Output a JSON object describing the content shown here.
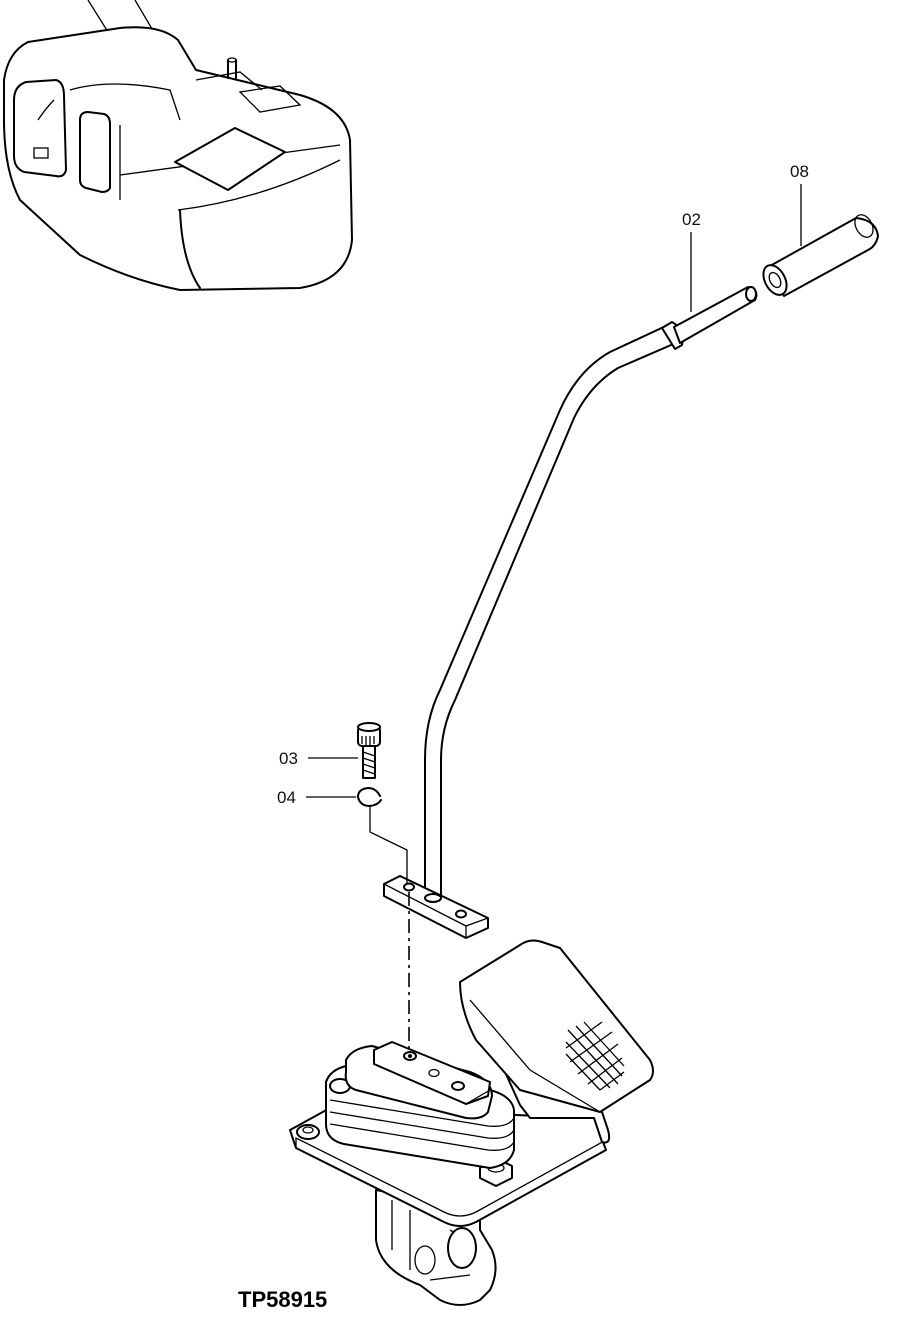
{
  "parts": [
    {
      "number": "02",
      "name": "lever"
    },
    {
      "number": "03",
      "name": "bolt"
    },
    {
      "number": "04",
      "name": "washer"
    },
    {
      "number": "08",
      "name": "grip"
    }
  ],
  "drawing_id": "TP58915",
  "icons": [
    "excavator-cab-icon",
    "pedal-valve-icon"
  ]
}
